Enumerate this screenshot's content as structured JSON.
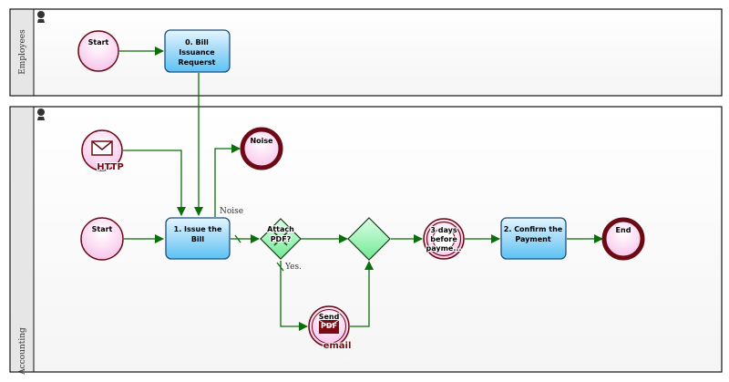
{
  "colors": {
    "flow": "#0a6e0a",
    "task_fill_top": "#d8f2ff",
    "task_fill_bottom": "#62c4f5",
    "task_stroke": "#1d4f7e",
    "event_fill": "#fbd6f2",
    "event_stroke": "#6b0a14",
    "gateway_fill": "#8af0a8",
    "pool_bg": "#f8f8f8",
    "lane_header": "#e6e6e6"
  },
  "pools": [
    {
      "id": "employees",
      "label": "Employees",
      "icon": "user-icon"
    },
    {
      "id": "accounting",
      "label": "Accounting",
      "icon": "user-icon"
    }
  ],
  "events": {
    "start_employees": {
      "label": "Start",
      "type": "start"
    },
    "http_start": {
      "label": "HTTP",
      "type": "message-start",
      "icon": "envelope-icon"
    },
    "start_accounting": {
      "label": "Start",
      "type": "start"
    },
    "noise_end": {
      "label": "Noise",
      "type": "end"
    },
    "timer": {
      "label": [
        "3 days",
        "before",
        "payme..."
      ],
      "type": "intermediate-timer"
    },
    "send_email": {
      "label": [
        "Send",
        "PDF"
      ],
      "sublabel": "email",
      "type": "intermediate-send"
    },
    "end": {
      "label": "End",
      "type": "end"
    }
  },
  "tasks": {
    "task0": {
      "label": [
        "0. Bill",
        "Issuance",
        "Requerst"
      ]
    },
    "task1": {
      "label": [
        "1. Issue the",
        "Bill"
      ]
    },
    "task2": {
      "label": [
        "2. Confirm the",
        "Payment"
      ]
    }
  },
  "gateways": {
    "attach_pdf": {
      "label": [
        "Attach",
        "PDF?"
      ],
      "type": "exclusive"
    },
    "merge": {
      "label": "",
      "type": "exclusive"
    }
  },
  "flow_labels": {
    "noise": "Noise",
    "yes": "Yes."
  }
}
